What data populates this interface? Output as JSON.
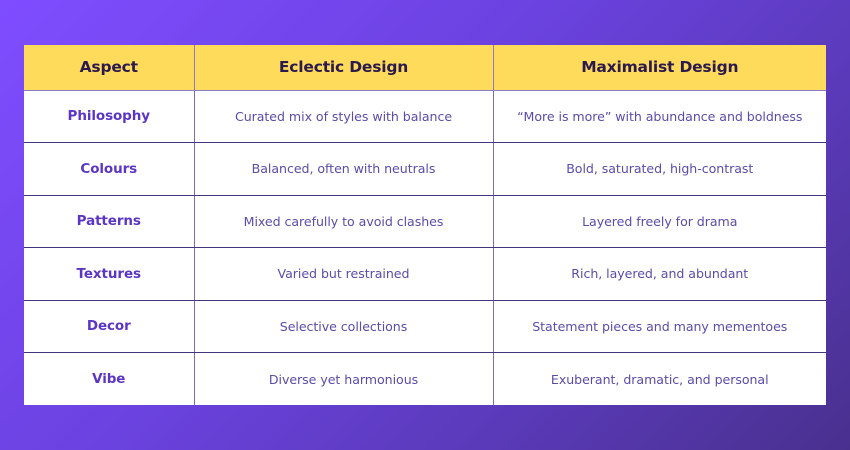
{
  "background": {
    "gradient_from": "#7F4DFF",
    "gradient_to": "#49308E"
  },
  "table": {
    "header_bg": "#FFDB5C",
    "header_text_color": "#2B1A4D",
    "aspect_text_color": "#5B36C4",
    "value_text_color": "#5B4CA8",
    "columns": [
      {
        "label": "Aspect"
      },
      {
        "label": "Eclectic Design"
      },
      {
        "label": "Maximalist Design"
      }
    ],
    "rows": [
      {
        "aspect": "Philosophy",
        "eclectic": "Curated mix of styles with balance",
        "maximalist": "“More is more” with abundance and boldness"
      },
      {
        "aspect": "Colours",
        "eclectic": "Balanced, often with neutrals",
        "maximalist": "Bold, saturated, high-contrast"
      },
      {
        "aspect": "Patterns",
        "eclectic": "Mixed carefully to avoid clashes",
        "maximalist": "Layered freely for drama"
      },
      {
        "aspect": "Textures",
        "eclectic": "Varied but restrained",
        "maximalist": "Rich, layered, and abundant"
      },
      {
        "aspect": "Decor",
        "eclectic": "Selective collections",
        "maximalist": "Statement pieces and many mementoes"
      },
      {
        "aspect": "Vibe",
        "eclectic": "Diverse yet harmonious",
        "maximalist": "Exuberant, dramatic, and personal"
      }
    ]
  }
}
